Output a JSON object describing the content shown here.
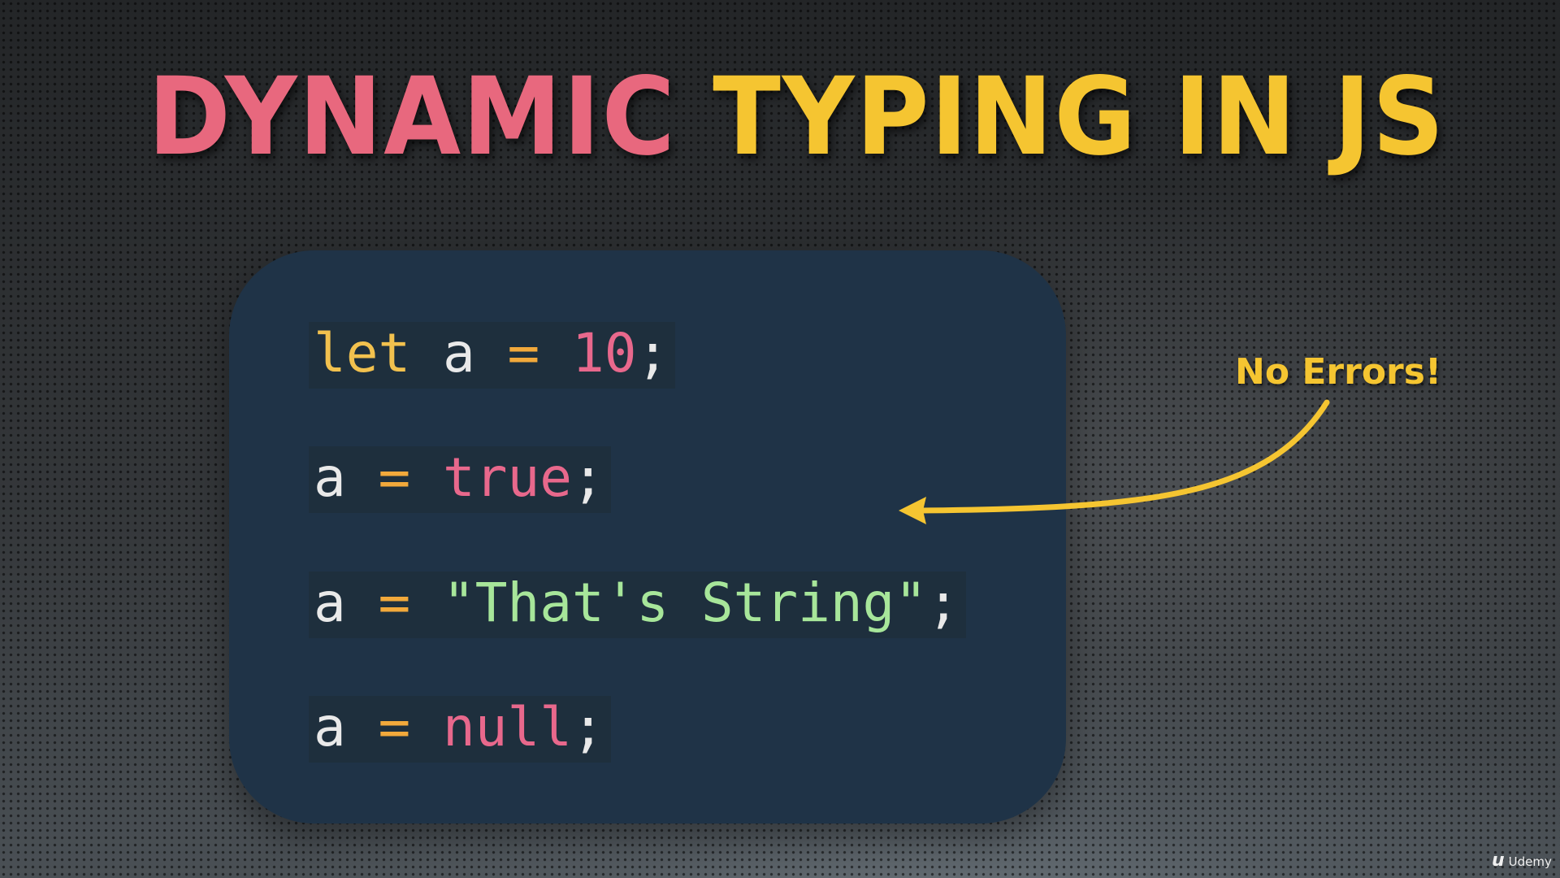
{
  "slide": {
    "title_part1": "DYNAMIC",
    "title_part2": "TYPING IN JS",
    "annotation": "No Errors!",
    "watermark": "Udemy",
    "colors": {
      "title_pink": "#e8687e",
      "title_yellow": "#f5c531",
      "code_bg": "#1f3347",
      "keyword": "#f2c14e",
      "operator": "#f2a93b",
      "number": "#e8688c",
      "boolean": "#e8688c",
      "null": "#e8688c",
      "string": "#a7e69a",
      "identifier": "#e9e9e9",
      "arrow": "#f5c531"
    }
  },
  "code": {
    "line1": {
      "kw": "let",
      "ident": "a",
      "op": "=",
      "value": "10",
      "end": ";"
    },
    "line2": {
      "ident": "a",
      "op": "=",
      "value": "true",
      "end": ";"
    },
    "line3": {
      "ident": "a",
      "op": "=",
      "value": "\"That's String\"",
      "end": ";"
    },
    "line4": {
      "ident": "a",
      "op": "=",
      "value": "null",
      "end": ";"
    }
  }
}
